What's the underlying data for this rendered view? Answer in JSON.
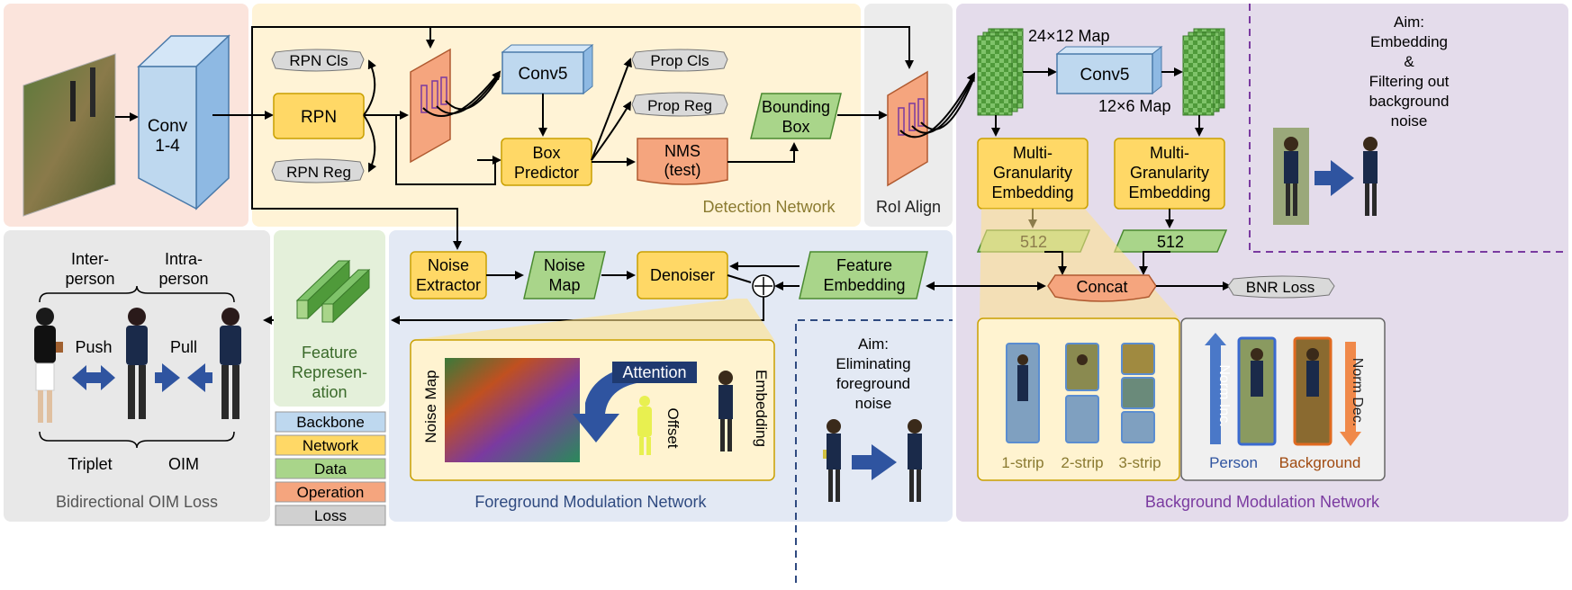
{
  "colors": {
    "backbone": "#BED8EF",
    "network": "#FFD866",
    "data": "#A9D58A",
    "operation": "#F5A57E",
    "loss": "#D0D0D0"
  },
  "top": {
    "rpn_cls": "RPN Cls",
    "rpn": "RPN",
    "rpn_reg": "RPN Reg",
    "conv14": [
      "Conv",
      "1-4"
    ],
    "conv5": "Conv5",
    "box_predictor": [
      "Box",
      "Predictor"
    ],
    "prop_cls": "Prop Cls",
    "prop_reg": "Prop Reg",
    "nms": [
      "NMS",
      "(test)"
    ],
    "bounding_box": [
      "Bounding",
      "Box"
    ],
    "detection_network": "Detection Network",
    "roi_align": "RoI Align"
  },
  "bg": {
    "map_24": "24×12 Map",
    "conv5": "Conv5",
    "map_12": "12×6 Map",
    "mge": [
      "Multi-",
      "Granularity",
      "Embedding"
    ],
    "dim": "512",
    "concat": "Concat",
    "bnr_loss": "BNR Loss",
    "aim": [
      "Aim:",
      "Embedding",
      "&",
      "Filtering out",
      "background",
      "noise"
    ],
    "strips": [
      "1-strip",
      "2-strip",
      "3-strip"
    ],
    "norm_inc": "Norm Inc.",
    "norm_dec": "Norm Dec.",
    "person": "Person",
    "background": "Background",
    "title": "Background Modulation Network"
  },
  "fg": {
    "noise_extractor": [
      "Noise",
      "Extractor"
    ],
    "noise_map": [
      "Noise",
      "Map"
    ],
    "denoiser": "Denoiser",
    "feature_embedding": [
      "Feature",
      "Embedding"
    ],
    "noise_map_rot": "Noise Map",
    "attention": "Attention",
    "offset": "Offset",
    "embedding": "Embedding",
    "aim": [
      "Aim:",
      "Eliminating",
      "foreground",
      "noise"
    ],
    "title": "Foreground Modulation Network"
  },
  "left": {
    "inter": [
      "Inter-",
      "person"
    ],
    "intra": [
      "Intra-",
      "person"
    ],
    "push": "Push",
    "pull": "Pull",
    "triplet": "Triplet",
    "oim": "OIM",
    "title": "Bidirectional OIM Loss",
    "feature_rep": [
      "Feature",
      "Represen-",
      "ation"
    ]
  },
  "legend": [
    "Backbone",
    "Network",
    "Data",
    "Operation",
    "Loss"
  ]
}
